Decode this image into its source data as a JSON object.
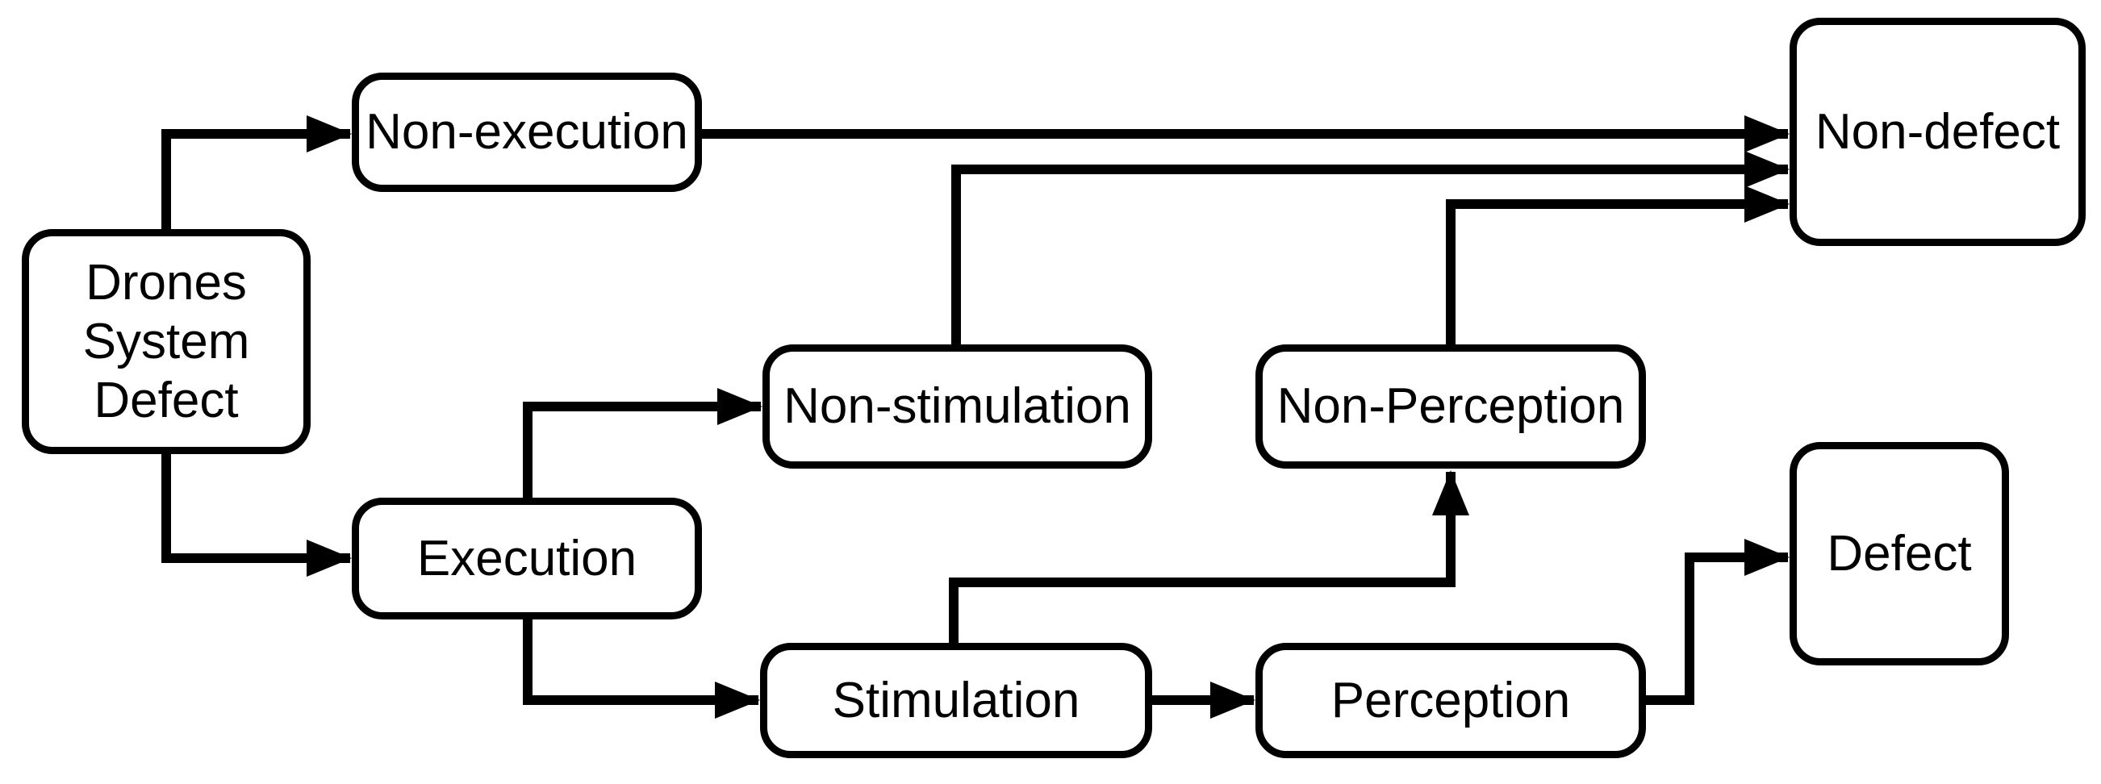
{
  "diagram": {
    "title": "Drones system defect flow diagram",
    "background_color": "#ffffff",
    "box_fill_color": "#ffffff",
    "box_border_color": "#000000",
    "line_color": "#000000",
    "text_color": "#000000",
    "nodes": {
      "drones_system_defect": {
        "label": "Drones\nSystem\nDefect"
      },
      "non_execution": {
        "label": "Non-execution"
      },
      "execution": {
        "label": "Execution"
      },
      "non_stimulation": {
        "label": "Non-stimulation"
      },
      "stimulation": {
        "label": "Stimulation"
      },
      "non_perception": {
        "label": "Non-Perception"
      },
      "perception": {
        "label": "Perception"
      },
      "non_defect": {
        "label": "Non-defect"
      },
      "defect": {
        "label": "Defect"
      }
    },
    "edges": [
      {
        "from": "drones_system_defect",
        "to": "non_execution"
      },
      {
        "from": "drones_system_defect",
        "to": "execution"
      },
      {
        "from": "non_execution",
        "to": "non_defect"
      },
      {
        "from": "non_stimulation",
        "to": "non_defect"
      },
      {
        "from": "non_perception",
        "to": "non_defect"
      },
      {
        "from": "execution",
        "to": "non_stimulation"
      },
      {
        "from": "execution",
        "to": "stimulation"
      },
      {
        "from": "stimulation",
        "to": "perception"
      },
      {
        "from": "stimulation",
        "to": "non_perception"
      },
      {
        "from": "perception",
        "to": "defect"
      }
    ]
  }
}
